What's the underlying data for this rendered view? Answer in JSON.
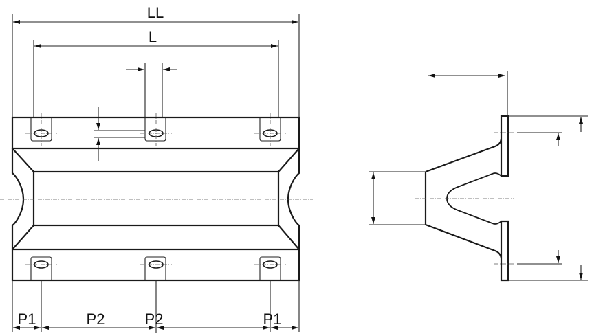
{
  "front_view": {
    "dimensions": {
      "overall_length": "LL",
      "bolt_span": "L",
      "end_pitch_left": "P1",
      "pitch_1": "P2",
      "pitch_2": "P2",
      "end_pitch_right": "P1"
    }
  },
  "side_view": {}
}
